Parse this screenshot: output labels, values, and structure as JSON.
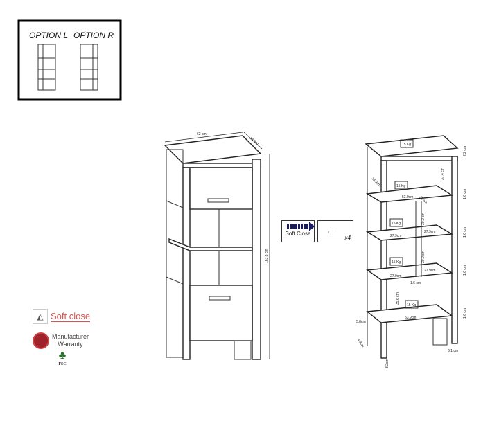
{
  "options": {
    "left": "OPTION L",
    "right": "OPTION R"
  },
  "front_view": {
    "width": "62 cm",
    "depth": "38.9cm",
    "height": "163.3 cm"
  },
  "accessories": {
    "soft_close": "Soft Close",
    "hinge_qty": "x4"
  },
  "detail_view": {
    "load": "15 Kg",
    "top_thickness": "2.2 cm",
    "top_gap": "37.4 cm",
    "shelf_thickness": "1.6 cm",
    "inner_width": "53.9cm",
    "half_width": "27.9cm",
    "cube_height": "30.9 cm",
    "bottom_gap": "35.6 cm",
    "depth_a": "38.9cm",
    "depth_b": "30 cm",
    "side_offset": "5.8cm",
    "foot_height": "3.2cm",
    "foot_depth": "6.1 cm",
    "foot_side": "4.3cm",
    "divider": "1.6 cm"
  },
  "badges": {
    "soft_close": "Soft close",
    "warranty_line1": "Manufacturer",
    "warranty_line2": "Warranty",
    "fsc": "FSC"
  }
}
